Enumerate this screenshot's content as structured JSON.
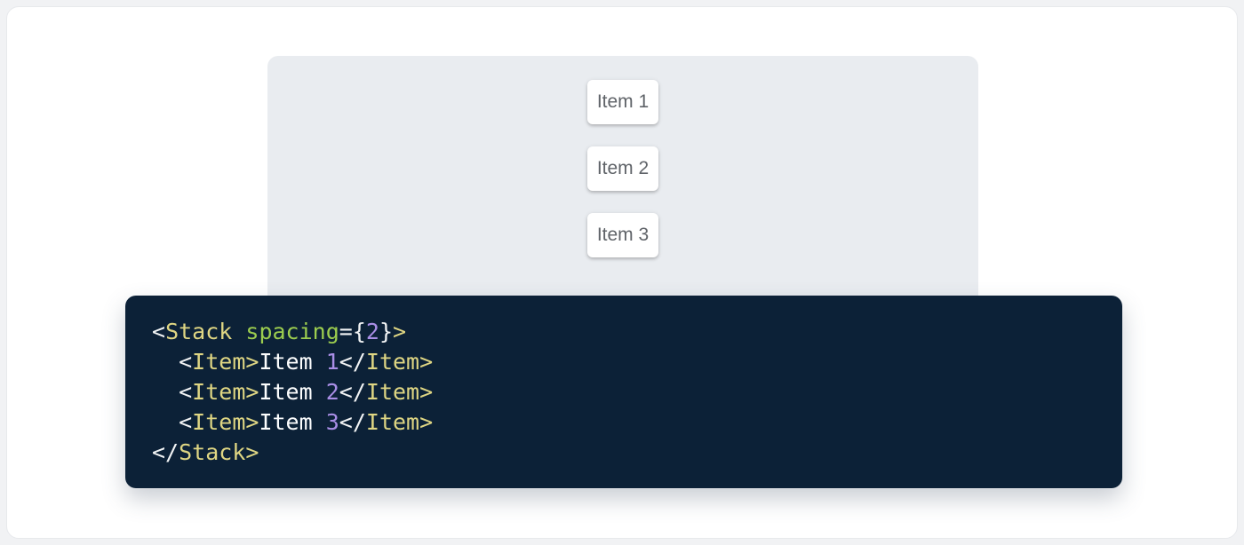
{
  "theme": {
    "canvas": "#f1f2f4",
    "surface": "#ffffff",
    "panel": "#e9ecf0",
    "code_bg": "#0c2137",
    "item_text": "#5f6368"
  },
  "demo": {
    "items": [
      "Item 1",
      "Item 2",
      "Item 3"
    ]
  },
  "code_block": {
    "language": "jsx",
    "colors": {
      "punct": "#f2f4f5",
      "tag": "#dfd683",
      "attr": "#9ccd4f",
      "number": "#a98ee6",
      "plain": "#fcfdfe"
    },
    "lines": [
      [
        {
          "t": "<",
          "c": "punct"
        },
        {
          "t": "Stack",
          "c": "tag"
        },
        {
          "t": " ",
          "c": "plain"
        },
        {
          "t": "spacing",
          "c": "attr"
        },
        {
          "t": "=",
          "c": "punct"
        },
        {
          "t": "{",
          "c": "punct"
        },
        {
          "t": "2",
          "c": "number"
        },
        {
          "t": "}",
          "c": "punct"
        },
        {
          "t": ">",
          "c": "tag"
        }
      ],
      [
        {
          "t": "  ",
          "c": "plain"
        },
        {
          "t": "<",
          "c": "punct"
        },
        {
          "t": "Item",
          "c": "tag"
        },
        {
          "t": ">",
          "c": "tag"
        },
        {
          "t": "Item ",
          "c": "plain"
        },
        {
          "t": "1",
          "c": "number"
        },
        {
          "t": "</",
          "c": "punct"
        },
        {
          "t": "Item",
          "c": "tag"
        },
        {
          "t": ">",
          "c": "tag"
        }
      ],
      [
        {
          "t": "  ",
          "c": "plain"
        },
        {
          "t": "<",
          "c": "punct"
        },
        {
          "t": "Item",
          "c": "tag"
        },
        {
          "t": ">",
          "c": "tag"
        },
        {
          "t": "Item ",
          "c": "plain"
        },
        {
          "t": "2",
          "c": "number"
        },
        {
          "t": "</",
          "c": "punct"
        },
        {
          "t": "Item",
          "c": "tag"
        },
        {
          "t": ">",
          "c": "tag"
        }
      ],
      [
        {
          "t": "  ",
          "c": "plain"
        },
        {
          "t": "<",
          "c": "punct"
        },
        {
          "t": "Item",
          "c": "tag"
        },
        {
          "t": ">",
          "c": "tag"
        },
        {
          "t": "Item ",
          "c": "plain"
        },
        {
          "t": "3",
          "c": "number"
        },
        {
          "t": "</",
          "c": "punct"
        },
        {
          "t": "Item",
          "c": "tag"
        },
        {
          "t": ">",
          "c": "tag"
        }
      ],
      [
        {
          "t": "</",
          "c": "punct"
        },
        {
          "t": "Stack",
          "c": "tag"
        },
        {
          "t": ">",
          "c": "tag"
        }
      ]
    ]
  }
}
